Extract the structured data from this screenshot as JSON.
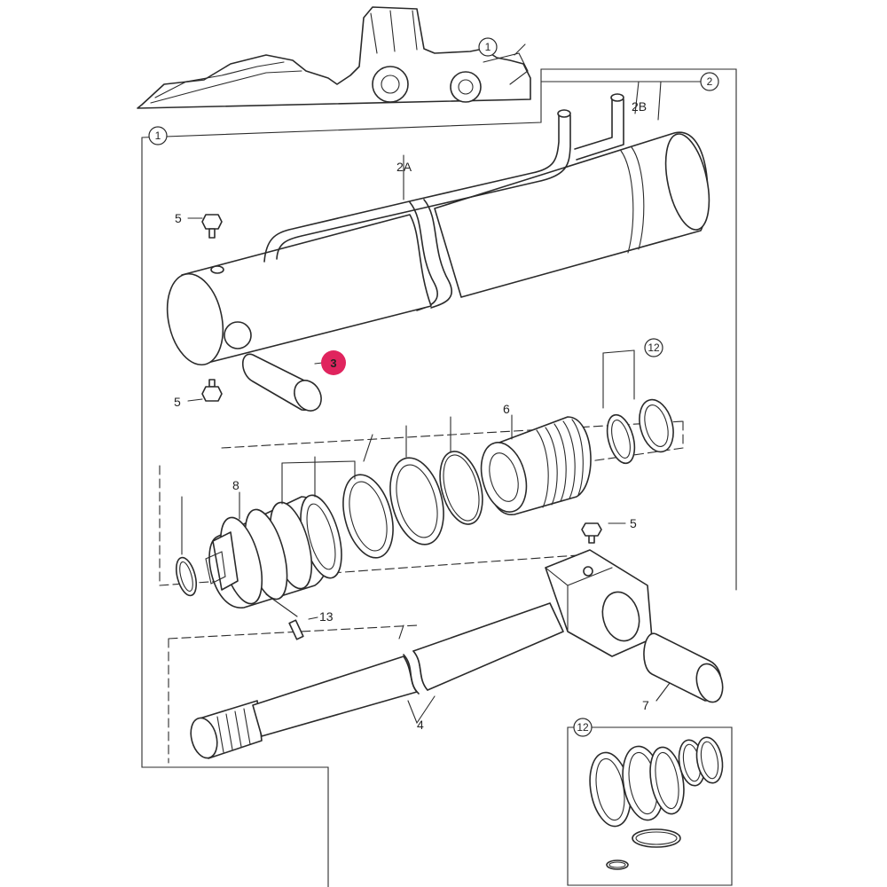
{
  "callouts": {
    "section_1_top": "1",
    "section_1": "1",
    "section_2": "2",
    "section_12_seals": "12",
    "section_12_kit": "12"
  },
  "labels": {
    "pipe_2a": "2A",
    "pipe_2b": "2B",
    "pin_3": "3",
    "grease_5_upper": "5",
    "grease_5_lower": "5",
    "grease_5_rod": "5",
    "piston_6": "6",
    "pin_7": "7",
    "gland_8": "8",
    "rod_4": "4",
    "screw_13": "13"
  },
  "colors": {
    "line": "#2a2a2a",
    "highlight": "#e0245e",
    "background": "#ffffff"
  }
}
